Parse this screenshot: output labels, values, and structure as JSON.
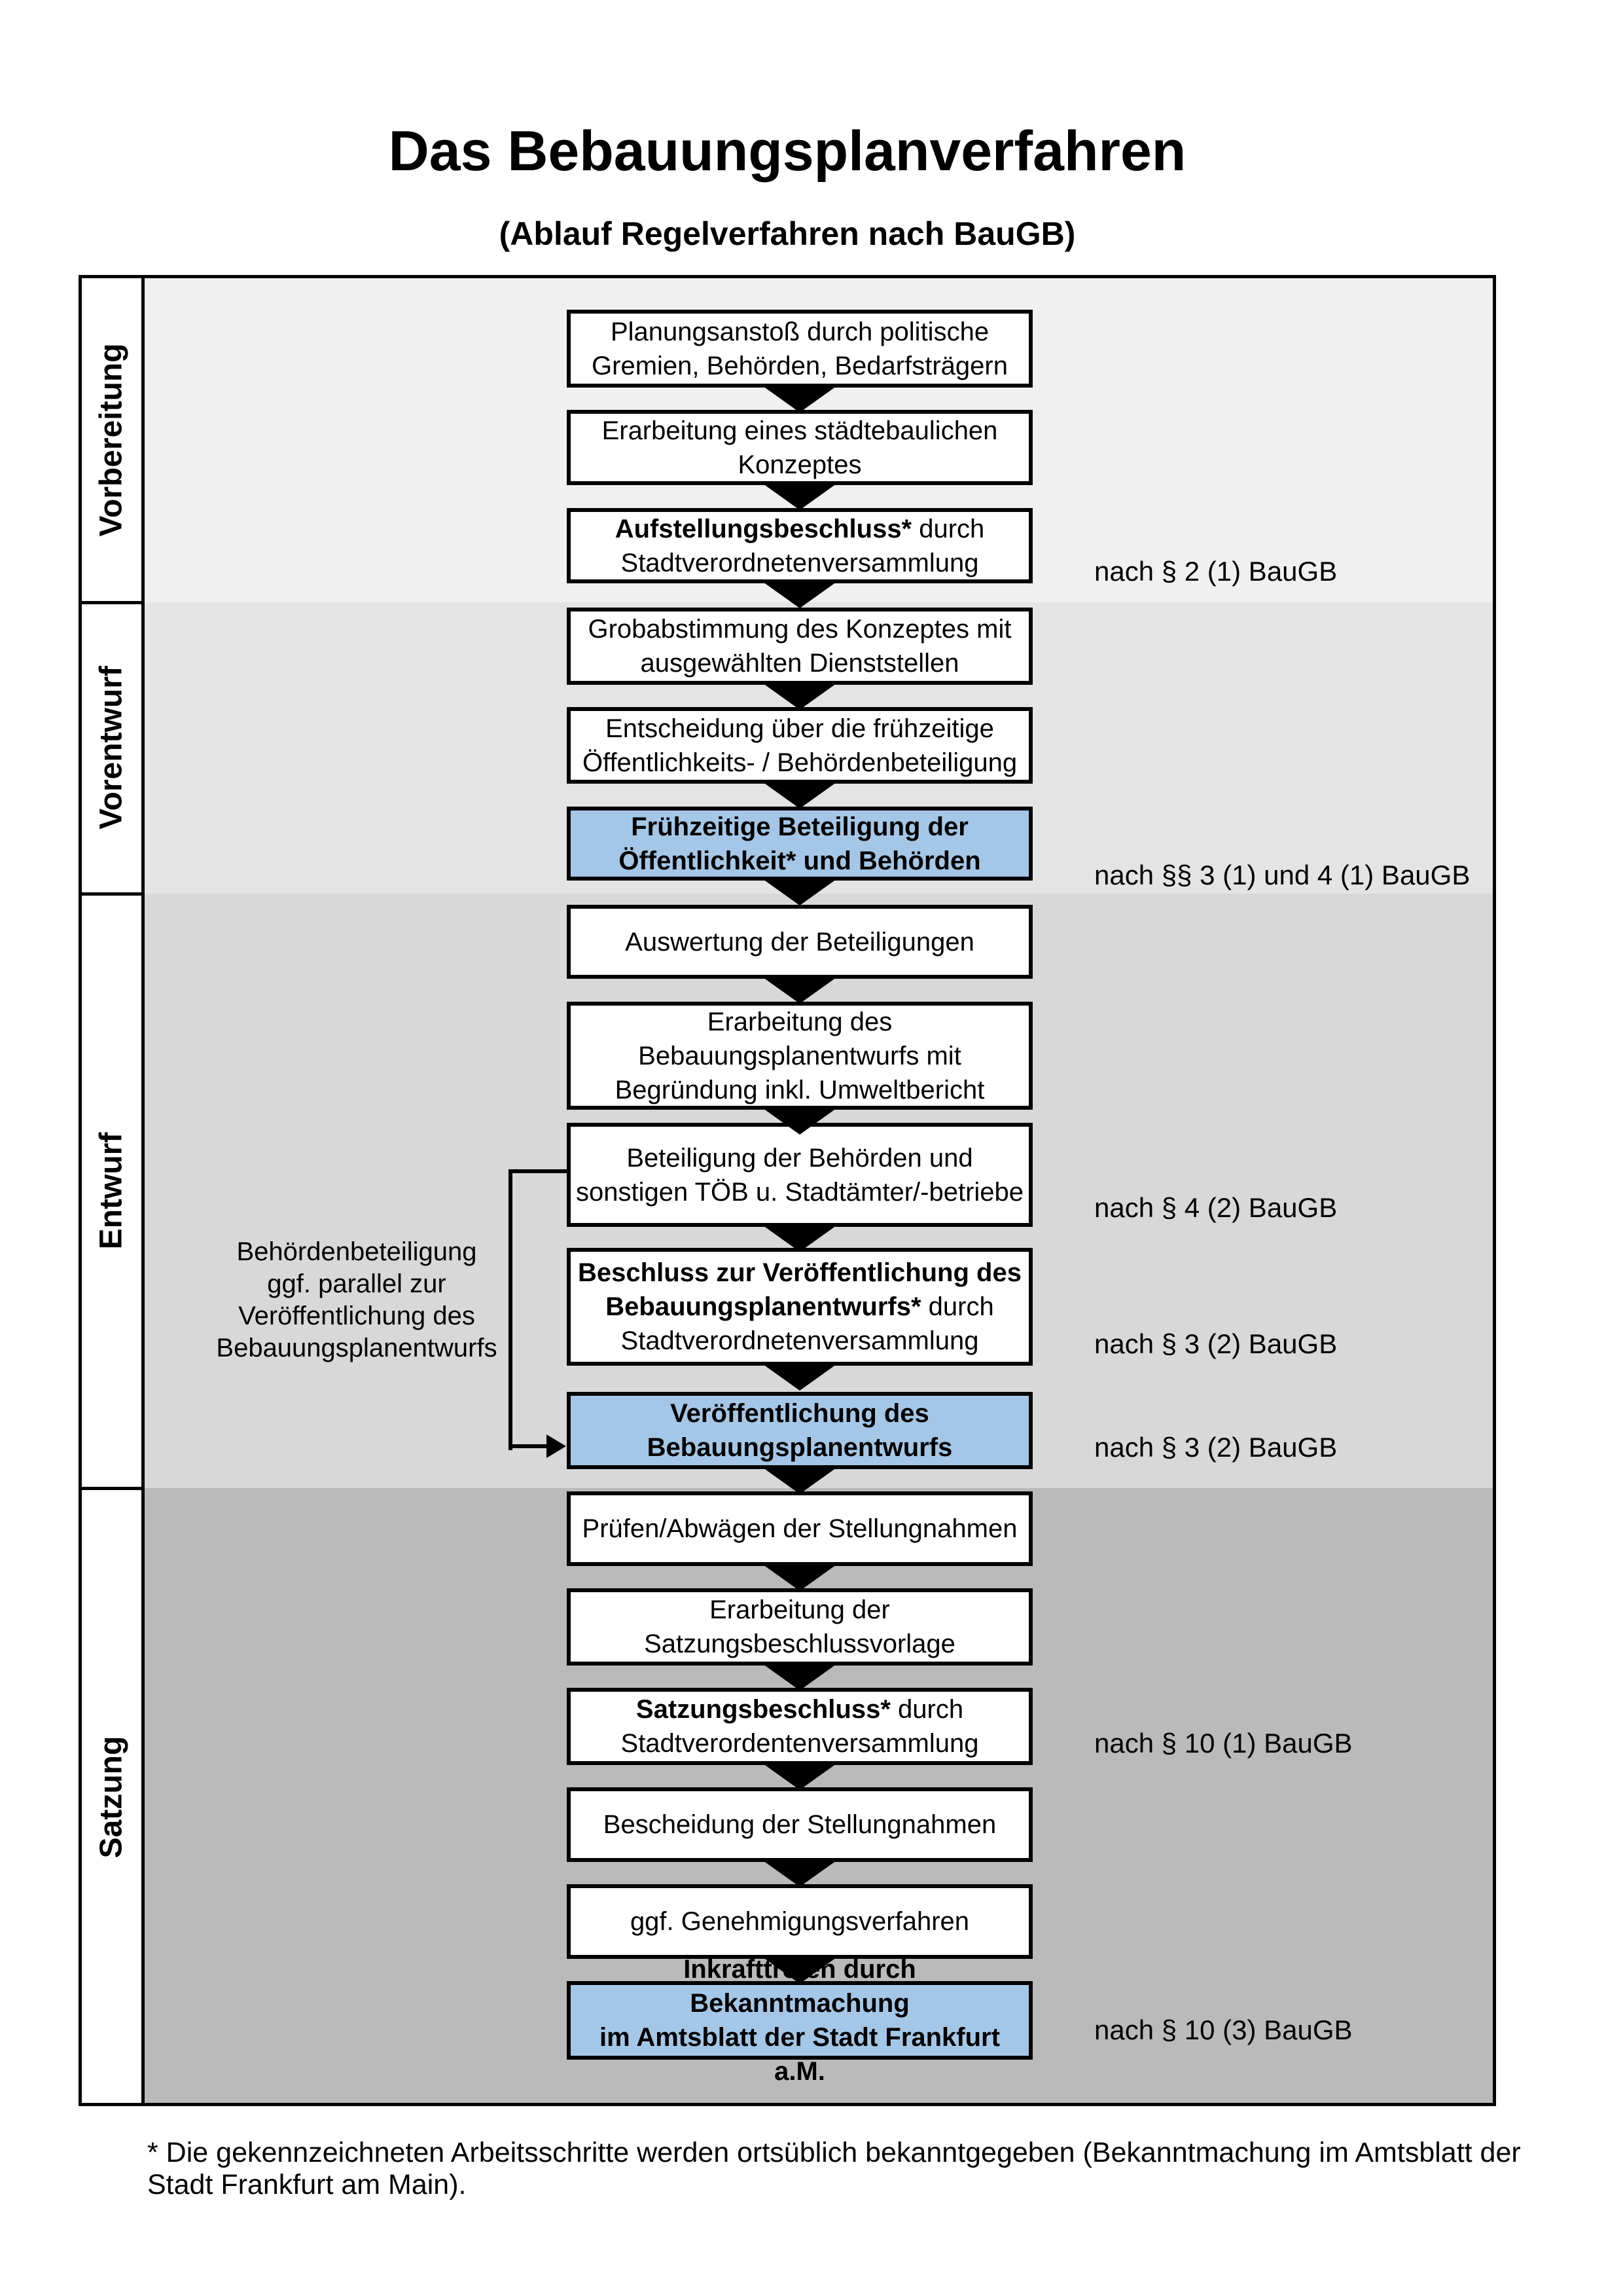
{
  "title": "Das Bebauungsplanverfahren",
  "subtitle": "(Ablauf Regelverfahren nach BauGB)",
  "colors": {
    "highlight_box": "#a5c7e7",
    "box_border": "#000000",
    "band_vorbereitung": "#f0f0f0",
    "band_vorentwurf": "#e4e4e4",
    "band_entwurf": "#d8d8d8",
    "band_satzung": "#bababa"
  },
  "phases": [
    {
      "label": "Vorbereitung"
    },
    {
      "label": "Vorentwurf"
    },
    {
      "label": "Entwurf"
    },
    {
      "label": "Satzung"
    }
  ],
  "steps": [
    {
      "lines": [
        {
          "normal": "Planungsanstoß durch politische"
        },
        {
          "normal": "Gremien, Behörden, Bedarfsträgern"
        }
      ]
    },
    {
      "lines": [
        {
          "normal": "Erarbeitung eines städtebaulichen"
        },
        {
          "normal": "Konzeptes"
        }
      ]
    },
    {
      "lines": [
        {
          "bold": "Aufstellungsbeschluss*",
          "normal": " durch"
        },
        {
          "normal": "Stadtverordnetenversammlung"
        }
      ]
    },
    {
      "lines": [
        {
          "normal": "Grobabstimmung des Konzeptes mit"
        },
        {
          "normal": "ausgewählten Dienststellen"
        }
      ]
    },
    {
      "lines": [
        {
          "normal": "Entscheidung über die frühzeitige"
        },
        {
          "normal": "Öffentlichkeits- / Behördenbeteiligung"
        }
      ]
    },
    {
      "highlighted": true,
      "lines": [
        {
          "bold": "Frühzeitige Beteiligung der"
        },
        {
          "bold": "Öffentlichkeit* und Behörden"
        }
      ]
    },
    {
      "lines": [
        {
          "normal": "Auswertung der Beteiligungen"
        }
      ]
    },
    {
      "lines": [
        {
          "normal": "Erarbeitung des"
        },
        {
          "normal": "Bebauungsplanentwurfs mit"
        },
        {
          "normal": "Begründung inkl. Umweltbericht"
        }
      ]
    },
    {
      "lines": [
        {
          "normal": "Beteiligung der Behörden und"
        },
        {
          "normal": "sonstigen TÖB u. Stadtämter/-betriebe"
        }
      ]
    },
    {
      "lines": [
        {
          "bold": "Beschluss zur Veröffentlichung des"
        },
        {
          "bold": "Bebauungsplanentwurfs*",
          "normal": " durch"
        },
        {
          "normal": "Stadtverordnetenversammlung"
        }
      ]
    },
    {
      "highlighted": true,
      "lines": [
        {
          "bold": "Veröffentlichung des"
        },
        {
          "bold": "Bebauungsplanentwurfs"
        }
      ]
    },
    {
      "lines": [
        {
          "normal": "Prüfen/Abwägen der Stellungnahmen"
        }
      ]
    },
    {
      "lines": [
        {
          "normal": "Erarbeitung der"
        },
        {
          "normal": "Satzungsbeschlussvorlage"
        }
      ]
    },
    {
      "lines": [
        {
          "bold": "Satzungsbeschluss*",
          "normal": " durch"
        },
        {
          "normal": "Stadtverordentenversammlung"
        }
      ]
    },
    {
      "lines": [
        {
          "normal": "Bescheidung der Stellungnahmen"
        }
      ]
    },
    {
      "lines": [
        {
          "normal": "ggf. Genehmigungsverfahren"
        }
      ]
    },
    {
      "highlighted": true,
      "lines": [
        {
          "bold": "Inkrafttreten",
          "normal": " durch Bekanntmachung"
        },
        {
          "normal": "im Amtsblatt der Stadt Frankfurt a.M."
        }
      ]
    }
  ],
  "annotations": [
    {
      "text": "nach § 2 (1) BauGB"
    },
    {
      "text": "nach §§ 3 (1) und 4 (1) BauGB"
    },
    {
      "text": "nach § 4 (2) BauGB"
    },
    {
      "text": "nach § 3 (2) BauGB"
    },
    {
      "text": "nach § 3 (2) BauGB"
    },
    {
      "text": "nach § 10 (1) BauGB"
    },
    {
      "text": "nach § 10 (3) BauGB"
    }
  ],
  "side_note": {
    "lines": [
      "Behördenbeteiligung",
      "ggf. parallel zur",
      "Veröffentlichung des",
      "Bebauungsplanentwurfs"
    ]
  },
  "footnote": "* Die gekennzeichneten Arbeitsschritte werden ortsüblich bekanntgegeben (Bekanntmachung im Amtsblatt  der Stadt Frankfurt am Main)."
}
